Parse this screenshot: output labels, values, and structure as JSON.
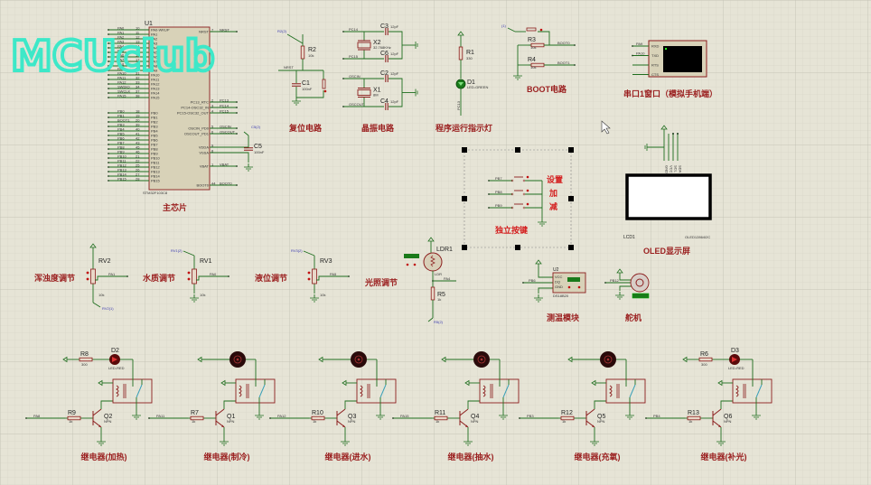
{
  "watermark": "MCUclub",
  "colors": {
    "background": "#e6e4d6",
    "wire": "#1f6e1f",
    "component": "#8b1c1c",
    "title": "#9a1e1e",
    "watermark": "#3de8c8"
  },
  "mcu": {
    "ref": "U1",
    "part": "STM32F103C8",
    "title": "主芯片",
    "pa_pins": [
      {
        "net": "PA0",
        "pin": "10",
        "name": "PA0-WKUP"
      },
      {
        "net": "PA1",
        "pin": "11",
        "name": "PA1"
      },
      {
        "net": "PA2",
        "pin": "12",
        "name": "PA2"
      },
      {
        "net": "PA3",
        "pin": "13",
        "name": "PA3"
      },
      {
        "net": "PA4",
        "pin": "14",
        "name": "PA4"
      },
      {
        "net": "PA5",
        "pin": "15",
        "name": "PA5"
      },
      {
        "net": "PA6",
        "pin": "16",
        "name": "PA6"
      },
      {
        "net": "PA7",
        "pin": "17",
        "name": "PA7"
      },
      {
        "net": "PA8",
        "pin": "29",
        "name": "PA8"
      },
      {
        "net": "PA9",
        "pin": "30",
        "name": "PA9"
      },
      {
        "net": "PA10",
        "pin": "31",
        "name": "PA10"
      },
      {
        "net": "PA11",
        "pin": "32",
        "name": "PA11"
      },
      {
        "net": "PA12",
        "pin": "33",
        "name": "PA12"
      },
      {
        "net": "SWDIO",
        "pin": "34",
        "name": "PA13"
      },
      {
        "net": "SWCLK",
        "pin": "37",
        "name": "PA14"
      },
      {
        "net": "PA15",
        "pin": "38",
        "name": "PA15"
      }
    ],
    "pb_pins": [
      {
        "net": "PB0",
        "pin": "18",
        "name": "PB0"
      },
      {
        "net": "PB1",
        "pin": "19",
        "name": "PB1"
      },
      {
        "net": "BOOT1",
        "pin": "20",
        "name": "PB2"
      },
      {
        "net": "PB3",
        "pin": "39",
        "name": "PB3"
      },
      {
        "net": "PB4",
        "pin": "40",
        "name": "PB4"
      },
      {
        "net": "PB5",
        "pin": "41",
        "name": "PB5"
      },
      {
        "net": "PB6",
        "pin": "42",
        "name": "PB6"
      },
      {
        "net": "PB7",
        "pin": "43",
        "name": "PB7"
      },
      {
        "net": "PB8",
        "pin": "45",
        "name": "PB8"
      },
      {
        "net": "PB9",
        "pin": "46",
        "name": "PB9"
      },
      {
        "net": "PB10",
        "pin": "21",
        "name": "PB10"
      },
      {
        "net": "PB11",
        "pin": "22",
        "name": "PB11"
      },
      {
        "net": "PB12",
        "pin": "25",
        "name": "PB12"
      },
      {
        "net": "PB13",
        "pin": "26",
        "name": "PB13"
      },
      {
        "net": "PB14",
        "pin": "27",
        "name": "PB14"
      },
      {
        "net": "PB15",
        "pin": "28",
        "name": "PB15"
      }
    ],
    "right_pins": [
      {
        "net": "NRST",
        "pin": "7",
        "name": "NRST"
      },
      {
        "net": "PC13",
        "pin": "2",
        "name": "PC13_RTC"
      },
      {
        "net": "PC14",
        "pin": "3",
        "name": "PC14-OSC32_IN"
      },
      {
        "net": "PC15",
        "pin": "4",
        "name": "PC15-OSC32_OUT"
      },
      {
        "net": "OSCIN",
        "pin": "5",
        "name": "OSCIN_PD0"
      },
      {
        "net": "OSCOUT",
        "pin": "6",
        "name": "OSCOUT_PD1"
      },
      {
        "net": "",
        "pin": "9",
        "name": "VDDA"
      },
      {
        "net": "",
        "pin": "8",
        "name": "VSSA"
      },
      {
        "net": "VBAT",
        "pin": "1",
        "name": "VBAT"
      },
      {
        "net": "BOOT0",
        "pin": "44",
        "name": "BOOT0"
      }
    ]
  },
  "c5": {
    "ref": "C5",
    "val": "100nF",
    "probe": "C5(2)"
  },
  "reset": {
    "title": "复位电路",
    "r": "R2",
    "r_val": "10k",
    "c": "C1",
    "c_val": "100nF",
    "net": "NRST",
    "probe": "R2(2)"
  },
  "crystal": {
    "title": "晶振电路",
    "x2": "X2",
    "x2_val": "32.768KHz",
    "x1": "X1",
    "x1_val": "8M",
    "caps": [
      {
        "ref": "C3",
        "val": "12pF"
      },
      {
        "ref": "C6",
        "val": "12pF"
      },
      {
        "ref": "C2",
        "val": "12pF"
      },
      {
        "ref": "C4",
        "val": "12pF"
      }
    ],
    "nets": [
      "PC14",
      "PC15",
      "OSCIN",
      "OSCOUT"
    ]
  },
  "indicator": {
    "title": "程序运行指示灯",
    "r": "R1",
    "r_val": "330",
    "d": "D1",
    "d_val": "LED-GREEN",
    "net": "PC13"
  },
  "boot": {
    "title": "BOOT电路",
    "r3": "R3",
    "r4": "R4",
    "val": "10k",
    "nets": [
      "BOOT0",
      "BOOT1"
    ],
    "probe": "(1)"
  },
  "serial": {
    "title": "串口1窗口（模拟手机端）",
    "pins": [
      "RXD",
      "TXD",
      "RTS",
      "CTS"
    ],
    "nets": [
      "PA9",
      "PA10"
    ]
  },
  "keys": {
    "title": "独立按键",
    "items": [
      {
        "net": "PB7",
        "label": "设置"
      },
      {
        "net": "PB8",
        "label": "加"
      },
      {
        "net": "PB9",
        "label": "减"
      }
    ]
  },
  "oled": {
    "title": "OLED显示屏",
    "ref": "LCD1",
    "part": "OLED12864I2C",
    "pins": [
      "GND",
      "VCC",
      "SCL",
      "SDA"
    ]
  },
  "pots": [
    {
      "ref": "RV2",
      "val": "10k",
      "net": "PA1",
      "title": "浑浊度调节",
      "probe": "RV2(1)"
    },
    {
      "ref": "RV1",
      "val": "10k",
      "net": "PA0",
      "title": "水质调节",
      "probe": "RV1(2)"
    },
    {
      "ref": "RV3",
      "val": "10k",
      "net": "PA5",
      "title": "液位调节",
      "probe": "RV3(2)"
    }
  ],
  "ldr": {
    "title": "光照调节",
    "ref": "LDR1",
    "part": "LDR",
    "r": "R5",
    "r_val": "1k",
    "net": "PA4",
    "probe": "R5(2)"
  },
  "temp": {
    "title": "测温模块",
    "ref": "U2",
    "part": "DS18B20",
    "pins": [
      "VCC",
      "DQ",
      "GND"
    ],
    "net": "PB6"
  },
  "servo": {
    "title": "舵机",
    "net": "PB12"
  },
  "relays": [
    {
      "title": "继电器(加热)",
      "r": "R9",
      "r_val": "1k",
      "q": "Q2",
      "q_type": "NPN",
      "net": "PA8",
      "load": "led",
      "lr": "R8",
      "lr_val": "300",
      "led": "D2",
      "led_val": "LED-RED"
    },
    {
      "title": "继电器(制冷)",
      "r": "R7",
      "r_val": "1k",
      "q": "Q1",
      "q_type": "NPN",
      "net": "PA11",
      "load": "motor"
    },
    {
      "title": "继电器(进水)",
      "r": "R10",
      "r_val": "1k",
      "q": "Q3",
      "q_type": "NPN",
      "net": "PA12",
      "load": "motor"
    },
    {
      "title": "继电器(抽水)",
      "r": "R11",
      "r_val": "1k",
      "q": "Q4",
      "q_type": "NPN",
      "net": "PA15",
      "load": "motor"
    },
    {
      "title": "继电器(充氧)",
      "r": "R12",
      "r_val": "1k",
      "q": "Q5",
      "q_type": "NPN",
      "net": "PB3",
      "load": "motor"
    },
    {
      "title": "继电器(补光)",
      "r": "R13",
      "r_val": "1k",
      "q": "Q6",
      "q_type": "NPN",
      "net": "PB4",
      "load": "led",
      "lr": "R6",
      "lr_val": "300",
      "led": "D3",
      "led_val": "LED-RED"
    }
  ]
}
